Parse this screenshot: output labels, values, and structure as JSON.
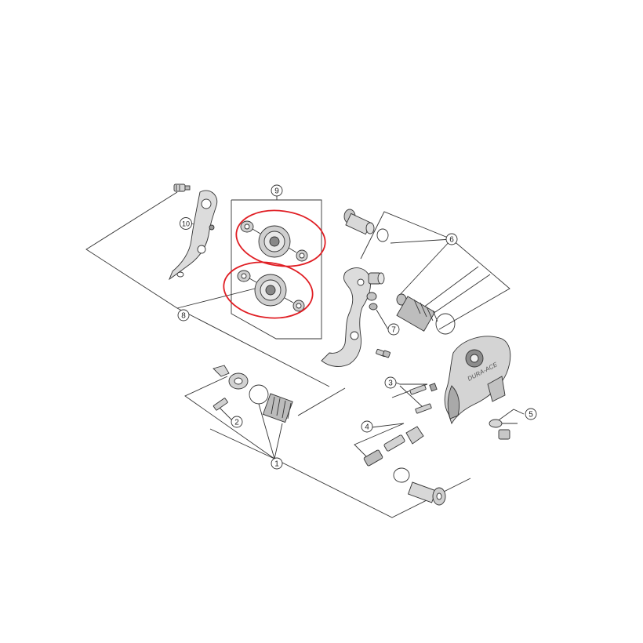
{
  "diagram": {
    "callouts": [
      {
        "id": "c1",
        "label": "1"
      },
      {
        "id": "c2",
        "label": "2"
      },
      {
        "id": "c3",
        "label": "3"
      },
      {
        "id": "c4",
        "label": "4"
      },
      {
        "id": "c5",
        "label": "5"
      },
      {
        "id": "c6",
        "label": "6"
      },
      {
        "id": "c7",
        "label": "7"
      },
      {
        "id": "c8",
        "label": "8"
      },
      {
        "id": "c9",
        "label": "9"
      },
      {
        "id": "c10",
        "label": "10"
      }
    ],
    "body_logo_text": "DURA-ACE",
    "colors": {
      "line": "#333333",
      "part_fill": "#d6d6d6",
      "part_dark": "#8c8c8c",
      "highlight": "#e01e24",
      "background": "#ffffff"
    }
  }
}
